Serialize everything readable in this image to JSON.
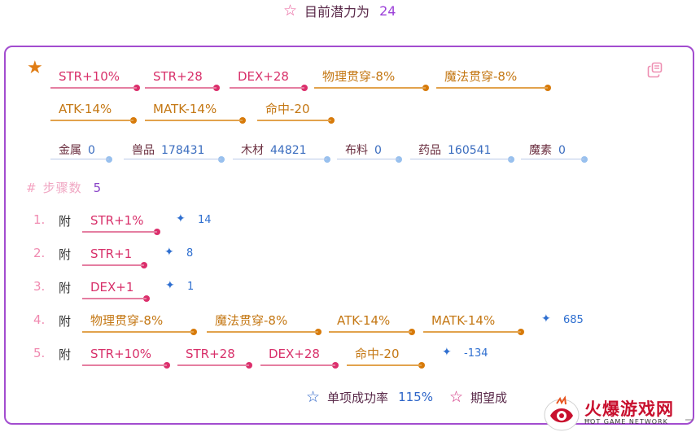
{
  "header": {
    "star_icon": "star-outline-icon",
    "label": "目前潜力为",
    "value": "24"
  },
  "target_tags": [
    {
      "text": "STR+10%",
      "color": "pink"
    },
    {
      "text": "STR+28",
      "color": "pink"
    },
    {
      "text": "DEX+28",
      "color": "pink"
    },
    {
      "text": "物理贯穿-8%",
      "color": "orange"
    },
    {
      "text": "魔法贯穿-8%",
      "color": "orange"
    },
    {
      "text": "ATK-14%",
      "color": "orange"
    },
    {
      "text": "MATK-14%",
      "color": "orange"
    },
    {
      "text": "命中-20",
      "color": "orange"
    }
  ],
  "materials": [
    {
      "name": "金属",
      "value": "0"
    },
    {
      "name": "兽品",
      "value": "178431"
    },
    {
      "name": "木材",
      "value": "44821"
    },
    {
      "name": "布料",
      "value": "0"
    },
    {
      "name": "药品",
      "value": "160541"
    },
    {
      "name": "魔素",
      "value": "0"
    }
  ],
  "steps": {
    "label": "步骤数",
    "count": "5",
    "items": [
      {
        "num": "1.",
        "action": "附",
        "tags": [
          "STR+1%"
        ],
        "score": "14"
      },
      {
        "num": "2.",
        "action": "附",
        "tags": [
          "STR+1"
        ],
        "score": "8"
      },
      {
        "num": "3.",
        "action": "附",
        "tags": [
          "DEX+1"
        ],
        "score": "1"
      },
      {
        "num": "4.",
        "action": "附",
        "tags": [
          "物理贯穿-8%",
          "魔法贯穿-8%",
          "ATK-14%",
          "MATK-14%"
        ],
        "score": "685"
      },
      {
        "num": "5.",
        "action": "附",
        "tags": [
          "STR+10%",
          "STR+28",
          "DEX+28",
          "命中-20"
        ],
        "score": "-134"
      }
    ]
  },
  "footer": {
    "success_label": "单项成功率",
    "success_value": "115%",
    "expect_label": "期望成"
  },
  "watermark": {
    "title": "火爆游戏网",
    "subtitle": "HOT GAME NETWORK"
  },
  "colors": {
    "card_border": "#a24ccf",
    "pink": "#d8306a",
    "orange": "#c47713",
    "blue": "#2f6fd0"
  }
}
